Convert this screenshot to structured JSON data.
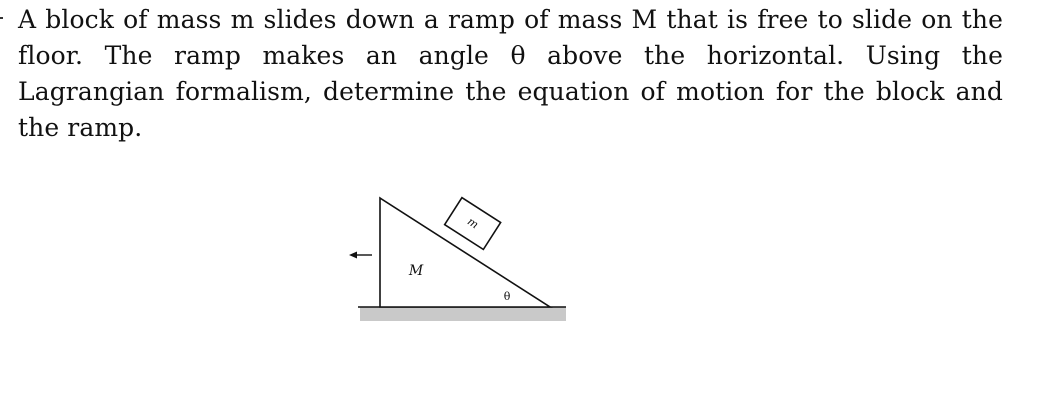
{
  "problem": {
    "text": "A block of mass m slides down a ramp of mass M that is free to slide on the floor.  The ramp makes an angle θ above the horizontal.  Using the Lagrangian formalism, determine the equation of motion for the block and the ramp."
  },
  "figure": {
    "block_label": "m",
    "ramp_label": "M",
    "angle_label": "θ"
  }
}
